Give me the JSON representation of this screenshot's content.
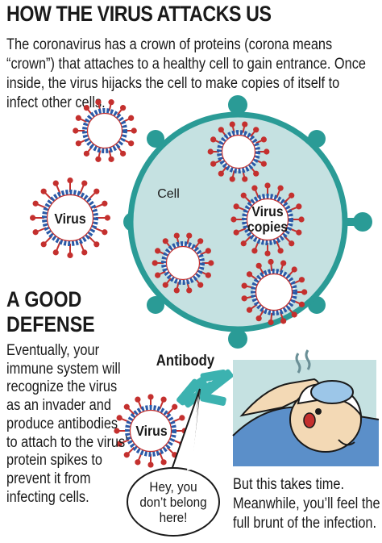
{
  "header": {
    "title": "HOW THE VIRUS ATTACKS US",
    "intro": "The coronavirus has a crown of proteins (corona means “crown”) that attaches to a healthy cell to gain entrance. Once inside, the virus hijacks the cell to make copies of itself to infect other cells."
  },
  "diagram_top": {
    "virus_label": "Virus",
    "cell_label": "Cell",
    "copies_label_line1": "Virus",
    "copies_label_line2": "copies"
  },
  "defense": {
    "title_line1": "A GOOD",
    "title_line2": "DEFENSE",
    "text": "Eventually, your immune system will recognize the virus as an invader and produce antibodies to attach to the virus’ protein spikes to prevent it from infecting cells.",
    "antibody_label": "Antibody",
    "virus_label": "Virus",
    "bubble_line1": "Hey, you",
    "bubble_line2": "don’t belong",
    "bubble_line3": "here!"
  },
  "closing": {
    "text": "But this takes time. Meanwhile, you’ll feel the full brunt of the infection."
  },
  "colors": {
    "cell_fill": "#c5e1e1",
    "cell_stroke": "#2a9b96",
    "virus_ring": "#2a5aa8",
    "virus_spike": "#c4302e",
    "antibody": "#3cb2b0"
  }
}
